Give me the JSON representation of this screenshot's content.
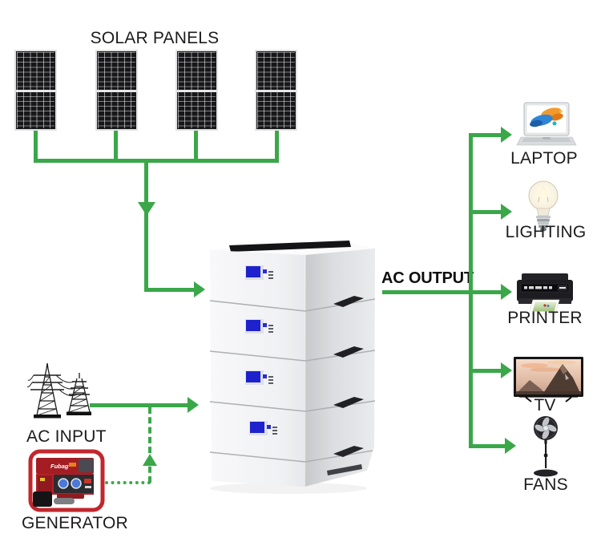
{
  "title": "SOLAR PANELS",
  "solar": {
    "panel_count": 4
  },
  "input": {
    "ac_input_label": "AC INPUT",
    "generator_label": "GENERATOR",
    "generator_brand": "Fubag"
  },
  "output": {
    "header": "AC OUTPUT",
    "devices": [
      {
        "label": "LAPTOP"
      },
      {
        "label": "LIGHTING"
      },
      {
        "label": "PRINTER"
      },
      {
        "label": "TV"
      },
      {
        "label": "FANS"
      }
    ]
  },
  "battery": {
    "module_count": 4
  },
  "colors": {
    "wire_green": "#3aa749",
    "display_blue": "#1e22cc",
    "generator_red": "#c1272d",
    "panel_dark": "#17171a"
  }
}
